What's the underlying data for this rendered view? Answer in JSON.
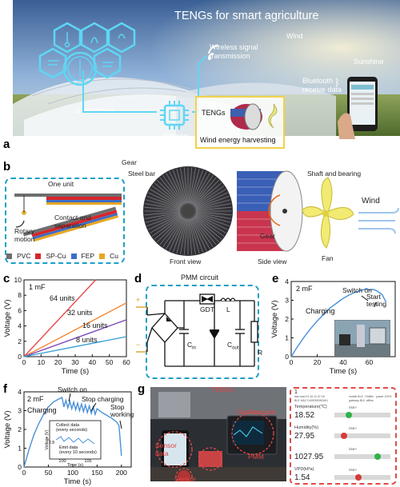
{
  "panel_a": {
    "letter": "a",
    "title": "TENGs for smart agriculture",
    "labels": {
      "wireless": "Wireless signal\ntransmission",
      "wind": "Wind",
      "sunshine": "Sunshine",
      "bluetooth": "Bluetooth\nreceive data",
      "greenhouse": "Greenhouse",
      "sensors": "Sensors",
      "tengs": "TENGs",
      "harvest": "Wind energy harvesting"
    }
  },
  "panel_b": {
    "letter": "b",
    "labels": {
      "one_unit": "One unit",
      "steel_bar": "Steel bar",
      "gear_top": "Gear",
      "shaft": "Shaft and bearing",
      "contact": "Contact and\nseparation",
      "rotary": "Rotary\nmotion",
      "gear_side": "Gear",
      "wind": "Wind",
      "front_view": "Front view",
      "side_view": "Side view",
      "fan": "Fan"
    },
    "legend": [
      {
        "name": "PVC",
        "color": "#6e6e6e"
      },
      {
        "name": "SP-Cu",
        "color": "#d6262b"
      },
      {
        "name": "FEP",
        "color": "#3a6fc9"
      },
      {
        "name": "Cu",
        "color": "#e8a622"
      }
    ]
  },
  "panel_c": {
    "letter": "c",
    "chart_data": {
      "type": "line",
      "annotation": "1 mF",
      "xlabel": "Time (s)",
      "ylabel": "Voltage (V)",
      "xlim": [
        0,
        60
      ],
      "ylim": [
        0,
        10
      ],
      "xticks": [
        0,
        10,
        20,
        30,
        40,
        50,
        60
      ],
      "yticks": [
        0,
        2,
        4,
        6,
        8,
        10
      ],
      "series": [
        {
          "name": "64 units",
          "color": "#e84a4a",
          "points": [
            [
              0,
              0
            ],
            [
              42,
              10
            ]
          ]
        },
        {
          "name": "32 units",
          "color": "#f08a3a",
          "points": [
            [
              0,
              0
            ],
            [
              60,
              7.0
            ]
          ]
        },
        {
          "name": "16 units",
          "color": "#7b45b8",
          "points": [
            [
              0,
              0
            ],
            [
              60,
              4.8
            ]
          ]
        },
        {
          "name": "8 units",
          "color": "#3aa0d8",
          "points": [
            [
              0,
              0
            ],
            [
              60,
              2.6
            ]
          ]
        }
      ]
    }
  },
  "panel_d": {
    "letter": "d",
    "title": "PMM circuit",
    "labels": {
      "gdt": "GDT",
      "l": "L",
      "cin": "C",
      "cin_sub": "in",
      "cout": "C",
      "cout_sub": "out",
      "r": "R",
      "plus": "+",
      "minus": "−"
    }
  },
  "panel_e": {
    "letter": "e",
    "chart_data": {
      "type": "line",
      "annotation": "2 mF",
      "xlabel": "Time (s)",
      "ylabel": "Voltage (V)",
      "xlim": [
        0,
        80
      ],
      "ylim": [
        0,
        4
      ],
      "xticks": [
        0,
        20,
        40,
        60
      ],
      "yticks": [
        0,
        1,
        2,
        3,
        4
      ],
      "annotations": [
        "Switch on",
        "Start\ntesting",
        "Charging"
      ],
      "series": [
        {
          "name": "",
          "color": "#4a90d9",
          "points": [
            [
              0,
              0
            ],
            [
              5,
              0.55
            ],
            [
              10,
              1.05
            ],
            [
              15,
              1.5
            ],
            [
              20,
              1.9
            ],
            [
              25,
              2.25
            ],
            [
              30,
              2.6
            ],
            [
              35,
              2.85
            ],
            [
              40,
              3.1
            ],
            [
              45,
              3.3
            ],
            [
              50,
              3.45
            ],
            [
              55,
              3.55
            ],
            [
              58,
              3.62
            ],
            [
              60,
              3.55
            ],
            [
              63,
              3.58
            ],
            [
              66,
              3.5
            ],
            [
              70,
              3.3
            ],
            [
              73,
              2.9
            ]
          ]
        }
      ]
    }
  },
  "panel_f": {
    "letter": "f",
    "chart_data": {
      "type": "line",
      "annotation": "2 mF",
      "xlabel": "Time (s)",
      "ylabel": "Voltage (V)",
      "xlim": [
        0,
        220
      ],
      "ylim": [
        0,
        4
      ],
      "xticks": [
        0,
        50,
        100,
        150,
        200
      ],
      "yticks": [
        0,
        1,
        2,
        3,
        4
      ],
      "annotations": [
        "Charging",
        "Switch on",
        "Stop charging",
        "Stop\nworking"
      ],
      "inset": {
        "collect": "Collect data\n(every seconds)",
        "emit": "Emit data\n(every 10 seconds)",
        "ylabel": "Voltage (V)",
        "xlabel": "Time (s)",
        "xticks": [
          100,
          105
        ],
        "yticks": [
          2.8
        ]
      },
      "series": [
        {
          "name": "",
          "color": "#4a90d9",
          "points": [
            [
              0,
              0
            ],
            [
              10,
              0.9
            ],
            [
              20,
              1.7
            ],
            [
              30,
              2.3
            ],
            [
              40,
              2.8
            ],
            [
              50,
              3.2
            ],
            [
              60,
              3.45
            ],
            [
              70,
              3.6
            ],
            [
              78,
              3.7
            ],
            [
              82,
              3.2
            ],
            [
              86,
              3.55
            ],
            [
              90,
              3.15
            ],
            [
              94,
              3.5
            ],
            [
              98,
              3.1
            ],
            [
              102,
              3.45
            ],
            [
              106,
              3.05
            ],
            [
              110,
              3.4
            ],
            [
              114,
              3.0
            ],
            [
              118,
              3.35
            ],
            [
              122,
              2.95
            ],
            [
              126,
              3.3
            ],
            [
              130,
              2.9
            ],
            [
              134,
              3.25
            ],
            [
              138,
              2.85
            ],
            [
              142,
              3.2
            ],
            [
              146,
              2.8
            ],
            [
              150,
              3.1
            ],
            [
              160,
              2.9
            ],
            [
              170,
              2.75
            ],
            [
              180,
              2.6
            ],
            [
              190,
              2.4
            ],
            [
              195,
              2.2
            ],
            [
              200,
              0.6
            ]
          ]
        }
      ]
    }
  },
  "panel_g": {
    "letter": "g",
    "labels": {
      "tengs": "TENGs",
      "oscilloscope": "Oscilloscope",
      "sensor_data": "Sensor\ndata",
      "pmm": "PMM",
      "sensor": "Sensor"
    },
    "phone": {
      "index": "1",
      "header_left": "last read 01-16 11:37:18\nBLE MAC D40E90D5EA51",
      "header_right": "mobile BLE -70dBm   power 100%\ngateway BLE offline",
      "rows": [
        {
          "label": "Temperature(℃)",
          "value": "18.52",
          "rise": "rise>",
          "color": "#2fb34a"
        },
        {
          "label": "Humidity(%)",
          "value": "27.95",
          "rise": "rise>",
          "color": "#d63a3a"
        },
        {
          "label": "",
          "value": "1027.95",
          "rise": "rise>",
          "color": "#2fb34a"
        },
        {
          "label": "VPD(kPa)",
          "value": "1.54",
          "rise": "rise>",
          "color": "#d63a3a"
        }
      ]
    }
  }
}
